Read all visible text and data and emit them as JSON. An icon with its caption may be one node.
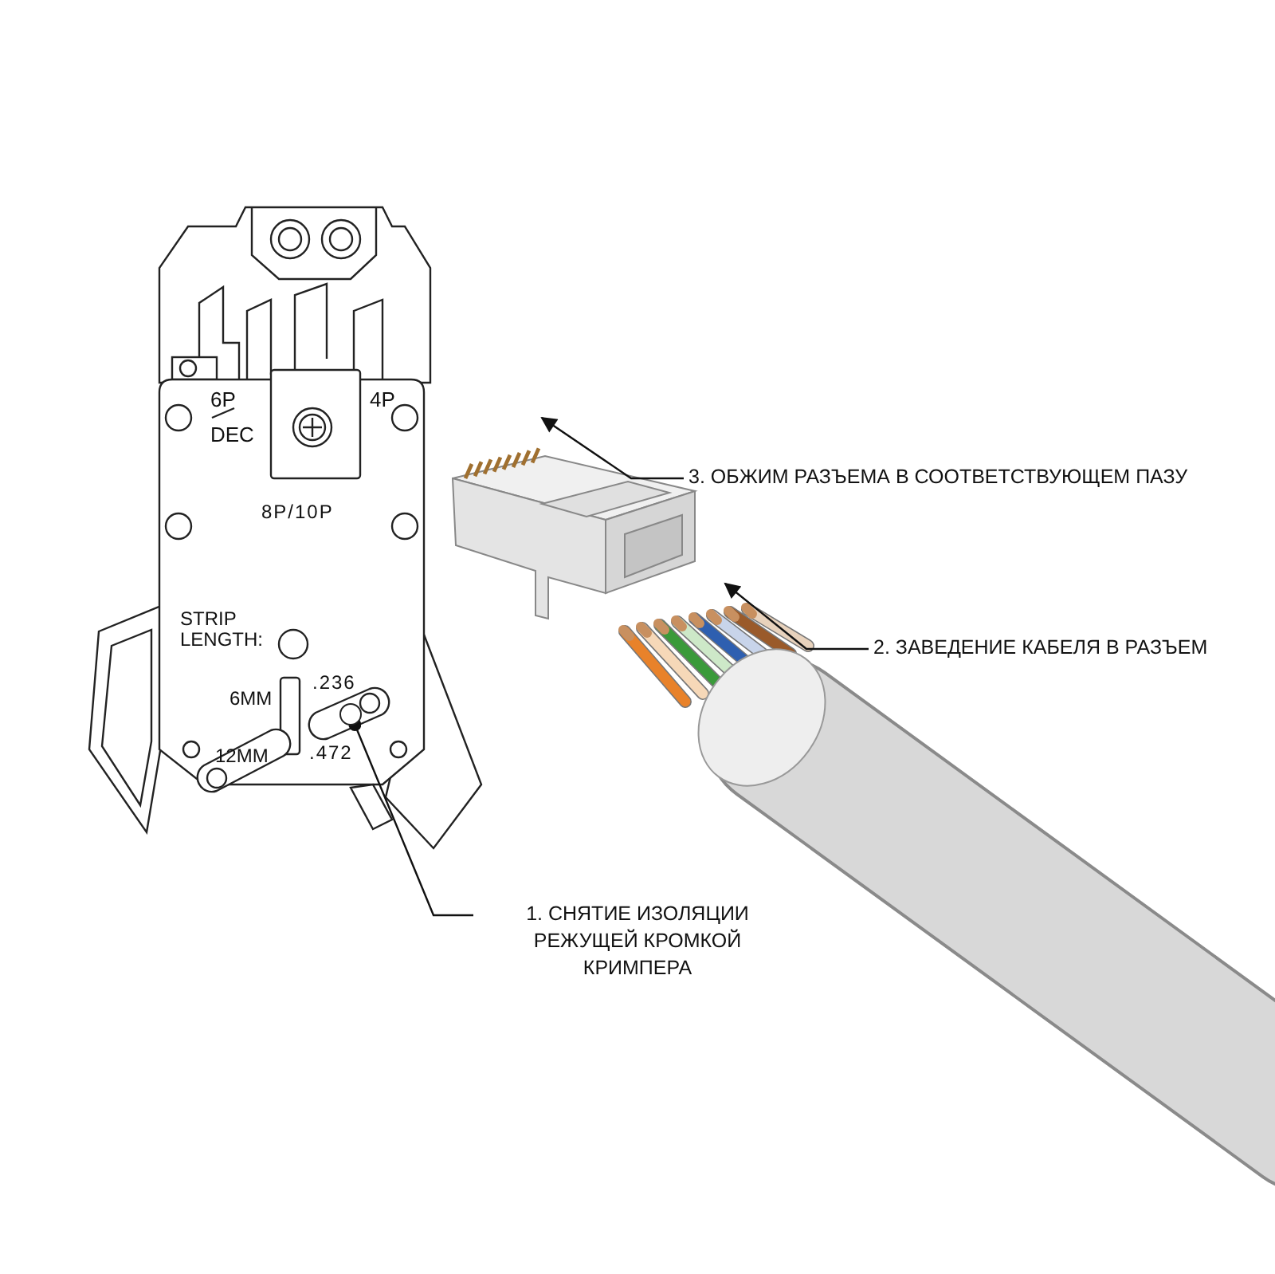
{
  "diagram": {
    "nodes": [
      {
        "text": [
          "1. СНЯТИЕ ИЗОЛЯЦИИ РЕЖУЩЕЙ КРОМКОЙ КРИМПЕРА"
        ]
      },
      {
        "text": [],
        "shape": "circle"
      },
      {
        "text": [
          "2. ЗАВЕДЕНИЕ КАБЕЛЯ В РАЗЪЕМ"
        ]
      },
      {
        "text": [
          "3. ОБЖИМ РАЗЪЕМА В СООТВЕТСТВУЮЩЕМ ПАЗУ"
        ]
      }
    ],
    "edges": [
      {
        "from": 0,
        "to": 1,
        "arrow": "other"
      },
      {
        "from": 2,
        "to": null,
        "arrow": "to"
      },
      {
        "from": 3,
        "to": null,
        "arrow": "to"
      }
    ],
    "labels": [
      "6P",
      "DEC",
      "4P",
      "8P/10P",
      "STRIP LENGTH:",
      "6MM",
      "12MM",
      ".236",
      ".472"
    ]
  }
}
